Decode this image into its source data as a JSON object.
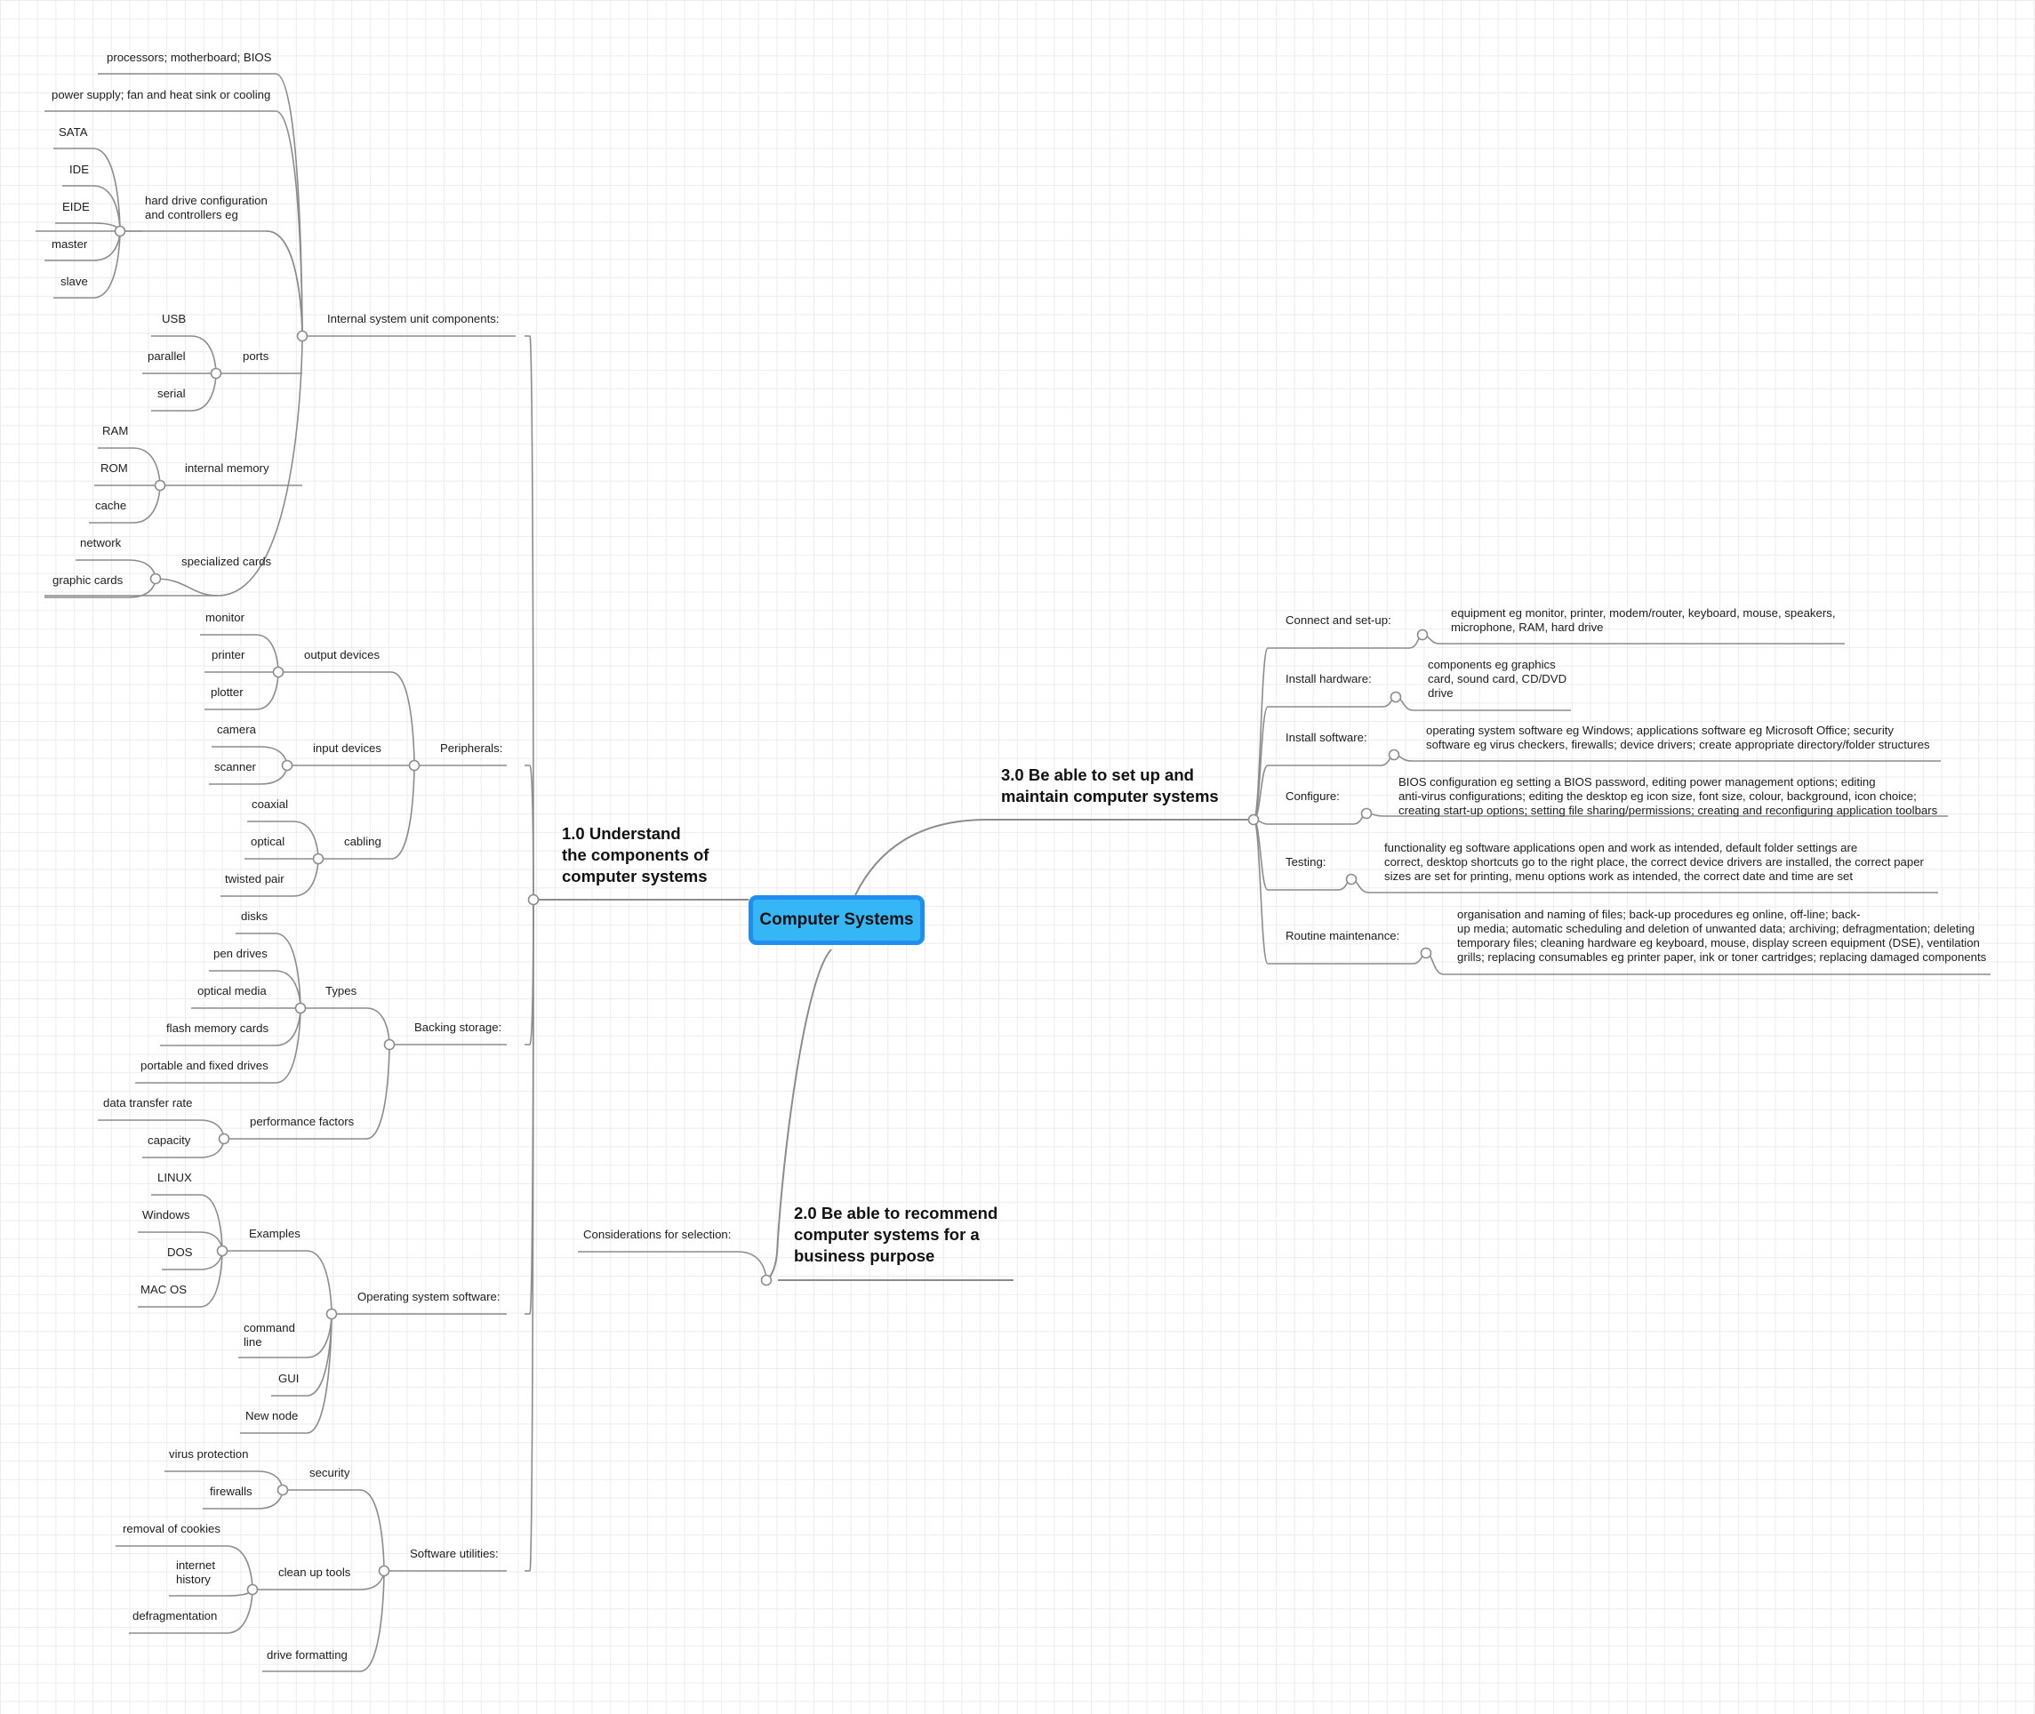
{
  "root": {
    "title": "Computer Systems"
  },
  "branches": {
    "b1": {
      "title": "1.0 Understand\nthe components of\ncomputer systems",
      "internal": {
        "label": "Internal system unit components:",
        "processors": "processors; motherboard; BIOS",
        "power": "power supply; fan and heat sink or cooling",
        "hdd": {
          "label": "hard drive configuration\nand controllers eg",
          "items": [
            "SATA",
            "IDE",
            "EIDE",
            "master",
            "slave"
          ]
        },
        "ports": {
          "label": "ports",
          "items": [
            "USB",
            "parallel",
            "serial"
          ]
        },
        "memory": {
          "label": "internal memory",
          "items": [
            "RAM",
            "ROM",
            "cache"
          ]
        },
        "cards": {
          "label": "specialized cards",
          "items": [
            "network",
            "graphic cards"
          ]
        }
      },
      "peripherals": {
        "label": "Peripherals:",
        "output": {
          "label": "output devices",
          "items": [
            "monitor",
            "printer",
            "plotter"
          ]
        },
        "input": {
          "label": "input devices",
          "items": [
            "camera",
            "scanner"
          ]
        },
        "cabling": {
          "label": "cabling",
          "items": [
            "coaxial",
            "optical",
            "twisted pair"
          ]
        }
      },
      "storage": {
        "label": "Backing storage:",
        "types": {
          "label": "Types",
          "items": [
            "disks",
            "pen drives",
            "optical media",
            "flash memory cards",
            "portable and fixed drives"
          ]
        },
        "perf": {
          "label": "performance factors",
          "items": [
            "data transfer rate",
            "capacity"
          ]
        }
      },
      "os": {
        "label": "Operating system software:",
        "examples": {
          "label": "Examples",
          "items": [
            "LINUX",
            "Windows",
            "DOS",
            "MAC OS"
          ]
        },
        "others": [
          "command\nline",
          "GUI",
          "New node"
        ]
      },
      "utilities": {
        "label": "Software utilities:",
        "security": {
          "label": "security",
          "items": [
            "virus protection",
            "firewalls"
          ]
        },
        "cleanup": {
          "label": "clean up tools",
          "items": [
            "removal of cookies",
            "internet\nhistory",
            "defragmentation"
          ]
        },
        "formatting": "drive formatting"
      }
    },
    "b2": {
      "title": "2.0 Be able to recommend\ncomputer systems for a\nbusiness purpose",
      "considerations": "Considerations for selection:"
    },
    "b3": {
      "title": "3.0 Be able to set up and\nmaintain computer systems",
      "items": [
        {
          "label": "Connect and set-up:",
          "detail": "equipment eg monitor, printer, modem/router, keyboard, mouse, speakers,\nmicrophone, RAM, hard drive"
        },
        {
          "label": "Install hardware:",
          "detail": "components eg graphics\ncard, sound card, CD/DVD\ndrive"
        },
        {
          "label": "Install software:",
          "detail": "operating system software eg Windows; applications software eg Microsoft Office; security\nsoftware eg virus checkers, firewalls; device drivers; create appropriate directory/folder structures"
        },
        {
          "label": "Configure:",
          "detail": "BIOS configuration eg setting a BIOS password, editing power management options; editing\nanti-virus configurations; editing the desktop eg icon size, font size, colour, background, icon choice;\ncreating start-up options; setting file sharing/permissions; creating and reconfiguring application toolbars"
        },
        {
          "label": "Testing:",
          "detail": "functionality eg software applications open and work as intended, default folder settings are\ncorrect, desktop shortcuts go to the right place, the correct device drivers are installed, the correct paper\nsizes are set for printing, menu options work as intended, the correct date and time are set"
        },
        {
          "label": "Routine maintenance:",
          "detail": "organisation and naming of files; back-up procedures eg online, off-line; back-\nup media; automatic scheduling and deletion of unwanted data; archiving; defragmentation; deleting\ntemporary files; cleaning hardware eg keyboard, mouse, display screen equipment (DSE), ventilation\ngrills; replacing consumables eg printer paper, ink or toner cartridges; replacing damaged components"
        }
      ]
    }
  },
  "colors": {
    "line": "#8c8c8c",
    "root_fill": "#36b6f4",
    "root_border": "#1f8eee",
    "grid": "#ececec"
  }
}
